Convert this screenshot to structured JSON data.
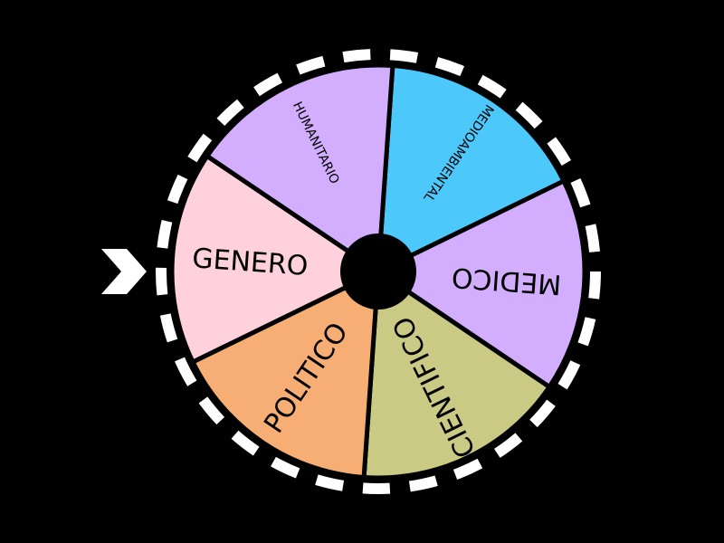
{
  "wheel": {
    "segments": [
      {
        "label": "MEDIOAMBIENTAL",
        "color": "#4cc8fa"
      },
      {
        "label": "MEDICO",
        "color": "#d3adfe"
      },
      {
        "label": "CIENTIFICO",
        "color": "#cbca85"
      },
      {
        "label": "POLITICO",
        "color": "#f6ae74"
      },
      {
        "label": "GENERO",
        "color": "#fed1dc"
      },
      {
        "label": "HUMANITARIO",
        "color": "#d3adfe"
      }
    ],
    "border_color": "#ffffff",
    "background": "#000000",
    "hub_color": "#000000",
    "pointer_color": "#ffffff",
    "pointer_icon": "chevron-right-icon",
    "spin_action": "spin-wheel"
  }
}
